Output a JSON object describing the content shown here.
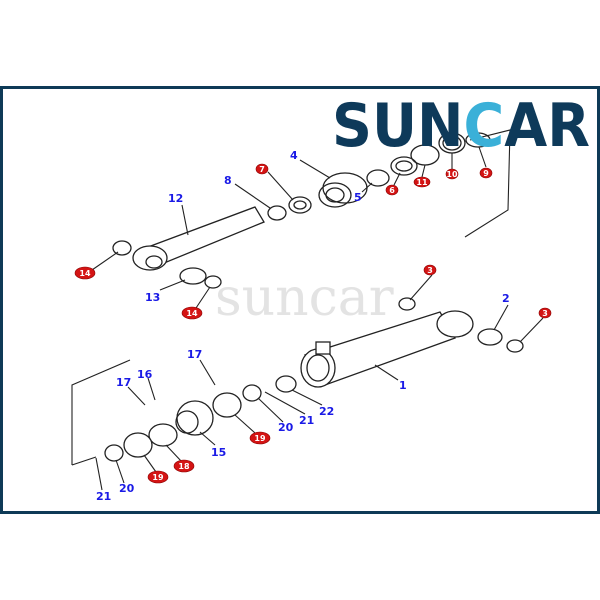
{
  "logo": {
    "part1": "SUN",
    "part2": "C",
    "part3": "AR",
    "navy": "#0e3a5a",
    "cyan": "#3ab0d8"
  },
  "watermark": "suncar",
  "colors": {
    "frame": "#0e3a57",
    "callout_blue": "#1a1ae6",
    "badge_red": "#d41414"
  },
  "callouts_blue": [
    "1",
    "2",
    "4",
    "5",
    "8",
    "12",
    "13",
    "15",
    "16",
    "17",
    "17",
    "20",
    "20",
    "21",
    "21",
    "22"
  ],
  "callouts_red": [
    "3",
    "3",
    "6",
    "7",
    "9",
    "10",
    "11",
    "14",
    "14",
    "18",
    "19",
    "19"
  ]
}
